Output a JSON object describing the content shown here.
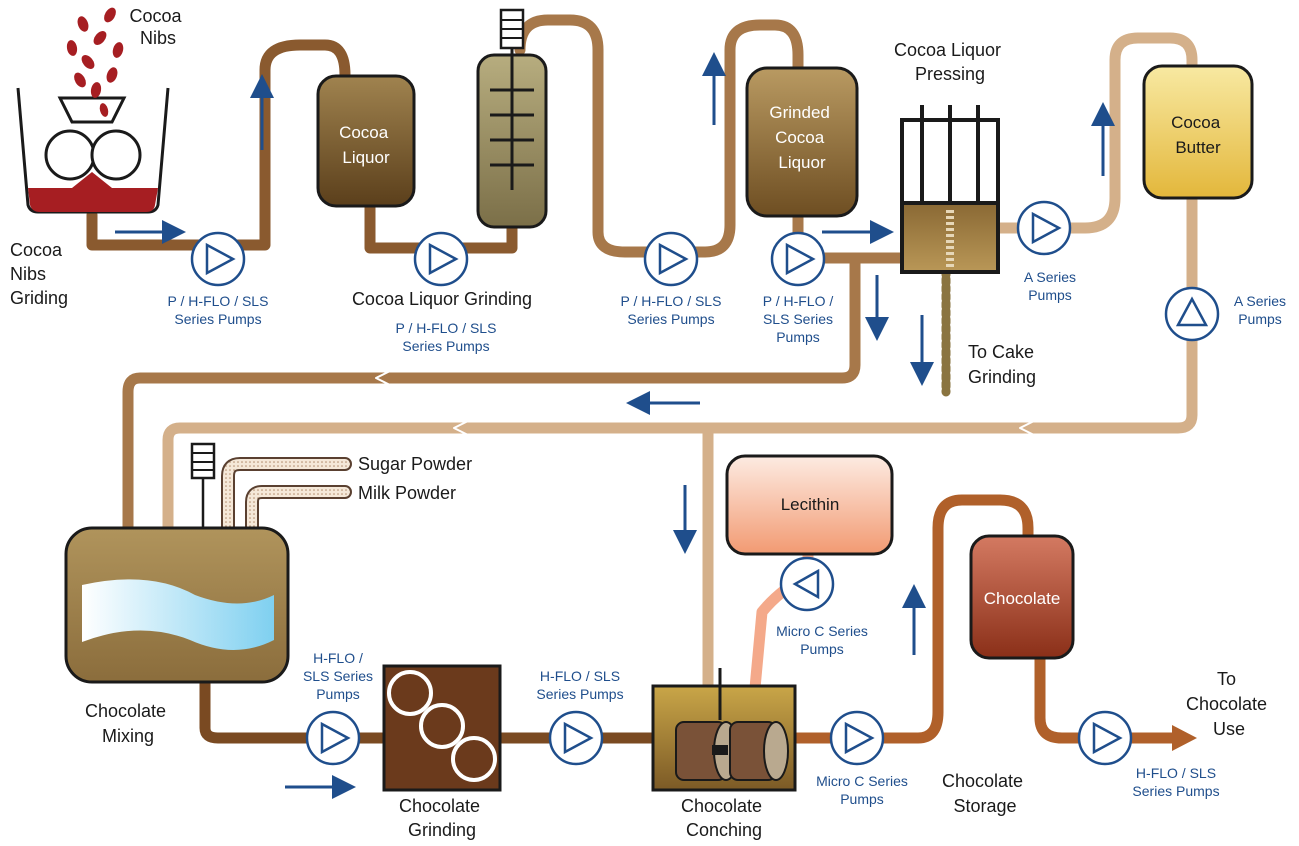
{
  "labels": {
    "cocoa_nibs": [
      "Cocoa",
      "Nibs"
    ],
    "cocoa_nibs_griding": [
      "Cocoa",
      "Nibs",
      "Griding"
    ],
    "cocoa_liquor_grinding": "Cocoa Liquor Grinding",
    "cocoa_liquor_pressing": [
      "Cocoa Liquor",
      "Pressing"
    ],
    "to_cake_grinding": [
      "To Cake",
      "Grinding"
    ],
    "sugar_powder": "Sugar Powder",
    "milk_powder": "Milk Powder",
    "chocolate_mixing": [
      "Chocolate",
      "Mixing"
    ],
    "chocolate_grinding": [
      "Chocolate",
      "Grinding"
    ],
    "chocolate_conching": [
      "Chocolate",
      "Conching"
    ],
    "chocolate_storage": [
      "Chocolate",
      "Storage"
    ],
    "to_chocolate_use": [
      "To",
      "Chocolate",
      "Use"
    ]
  },
  "tanks": {
    "cocoa_liquor": [
      "Cocoa",
      "Liquor"
    ],
    "grinded_cocoa_liquor": [
      "Grinded",
      "Cocoa",
      "Liquor"
    ],
    "cocoa_butter": [
      "Cocoa",
      "Butter"
    ],
    "lecithin": "Lecithin",
    "chocolate": "Chocolate"
  },
  "pumps": {
    "p1": [
      "P / H-FLO / SLS",
      "Series Pumps"
    ],
    "p2": [
      "P / H-FLO / SLS",
      "Series Pumps"
    ],
    "p3": [
      "P / H-FLO / SLS",
      "Series Pumps"
    ],
    "p4": [
      "P / H-FLO /",
      "SLS Series",
      "Pumps"
    ],
    "p5": [
      "A Series",
      "Pumps"
    ],
    "p6": [
      "A Series",
      "Pumps"
    ],
    "p7": [
      "Micro C Series",
      "Pumps"
    ],
    "p8": [
      "H-FLO /",
      "SLS Series",
      "Pumps"
    ],
    "p9": [
      "H-FLO / SLS",
      "Series Pumps"
    ],
    "p10": [
      "Micro C Series",
      "Pumps"
    ],
    "p11": [
      "H-FLO / SLS",
      "Series Pumps"
    ]
  },
  "colors": {
    "pump_blue": "#1f4e8c",
    "pipe_dark": "#7a4a22",
    "pipe_tan": "#c9a47c",
    "pipe_orange": "#a55a22",
    "pipe_lecithin": "#f2a078"
  }
}
